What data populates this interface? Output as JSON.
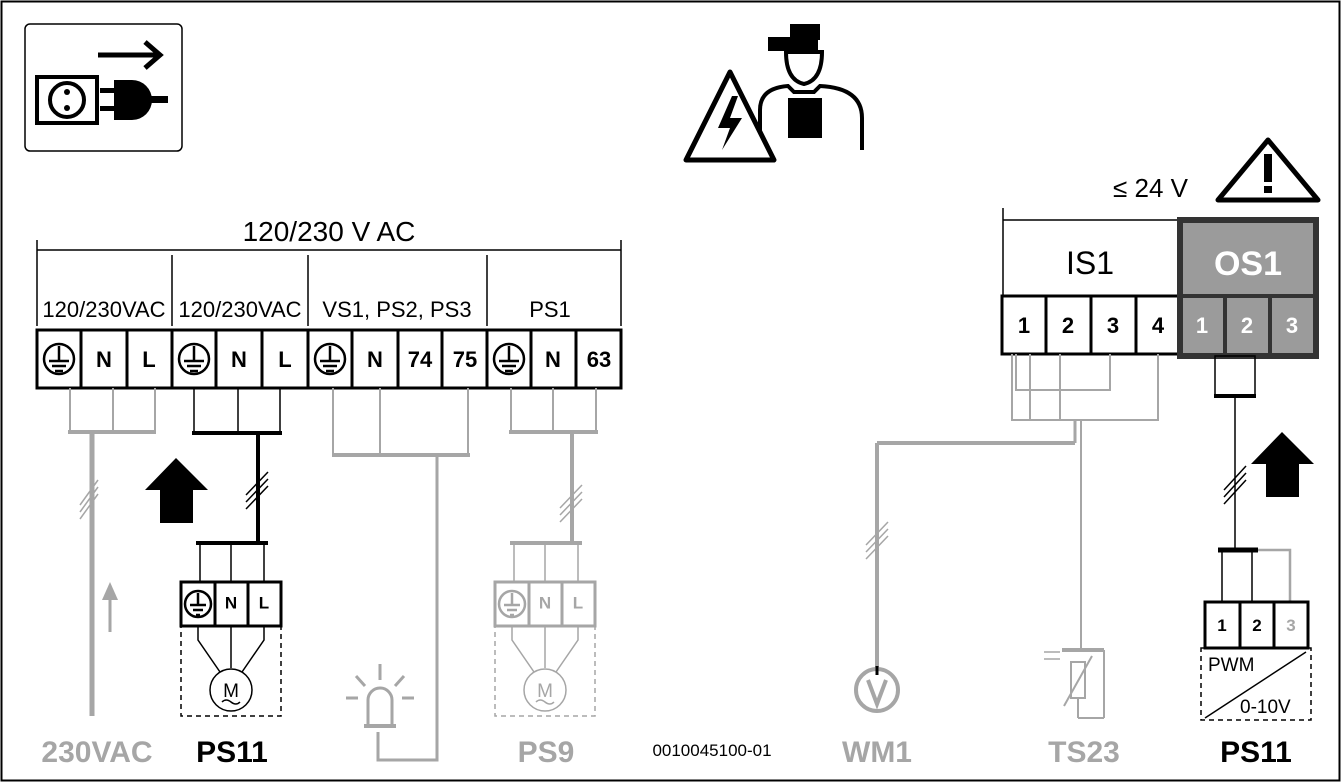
{
  "colors": {
    "black": "#000000",
    "gray": "#a6a6a6",
    "dark_block": "#9b9b9b",
    "dark_border": "#333333"
  },
  "icons": [
    "power-plug-icon",
    "electrician-warning-icon",
    "caution-triangle-icon",
    "signal-lamp-icon",
    "pump-motor-icon",
    "pwm-signal-icon",
    "temperature-sensor-icon",
    "volumetric-meter-icon"
  ],
  "header": {
    "supply_label": "120/230 V AC",
    "low_voltage_label": "≤ 24 V"
  },
  "left_groups": [
    {
      "label": "120/230VAC",
      "terminals": [
        "⏚",
        "N",
        "L"
      ]
    },
    {
      "label": "120/230VAC",
      "terminals": [
        "⏚",
        "N",
        "L"
      ]
    },
    {
      "label": "VS1, PS2, PS3",
      "terminals": [
        "⏚",
        "N",
        "74",
        "75"
      ]
    },
    {
      "label": "PS1",
      "terminals": [
        "⏚",
        "N",
        "63"
      ]
    }
  ],
  "is1": {
    "label": "IS1",
    "terminals": [
      "1",
      "2",
      "3",
      "4"
    ]
  },
  "os1": {
    "label": "OS1",
    "terminals": [
      "1",
      "2",
      "3"
    ]
  },
  "pump_ps11": {
    "terminals": [
      "⏚",
      "N",
      "L"
    ],
    "motor": "M",
    "label": "PS11"
  },
  "pump_ps9": {
    "terminals": [
      "⏚",
      "N",
      "L"
    ],
    "motor": "M",
    "label": "PS9"
  },
  "pwm_box": {
    "terminals": [
      "1",
      "2",
      "3"
    ],
    "pwm": "PWM",
    "volt": "0-10V",
    "label": "PS11"
  },
  "bottom_labels": {
    "vac": "230VAC",
    "wm": "WM1",
    "ts": "TS23",
    "doc_id": "0010045100-01"
  }
}
